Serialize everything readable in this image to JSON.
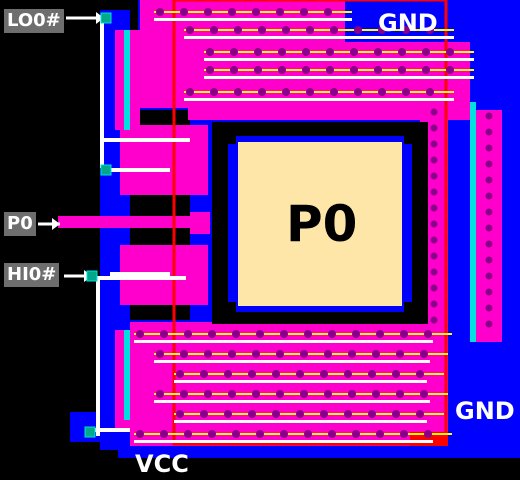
{
  "labels": {
    "lo0": "LO0#",
    "p0_left": "P0",
    "hi0": "HI0#",
    "gnd_top": "GND",
    "gnd_right": "GND",
    "vcc": "VCC",
    "pad": "P0"
  },
  "colors": {
    "background": "#000000",
    "metal_blue": "#0000ff",
    "diffusion_magenta": "#ff00cc",
    "poly_red": "#ff0000",
    "contact_purple": "#880088",
    "metal2_white": "#ffffff",
    "poly_yellow": "#ffff00",
    "pad_cream": "#fde6a8",
    "label_box": "#6e6e6e",
    "cyan_via": "#00e0e0"
  }
}
